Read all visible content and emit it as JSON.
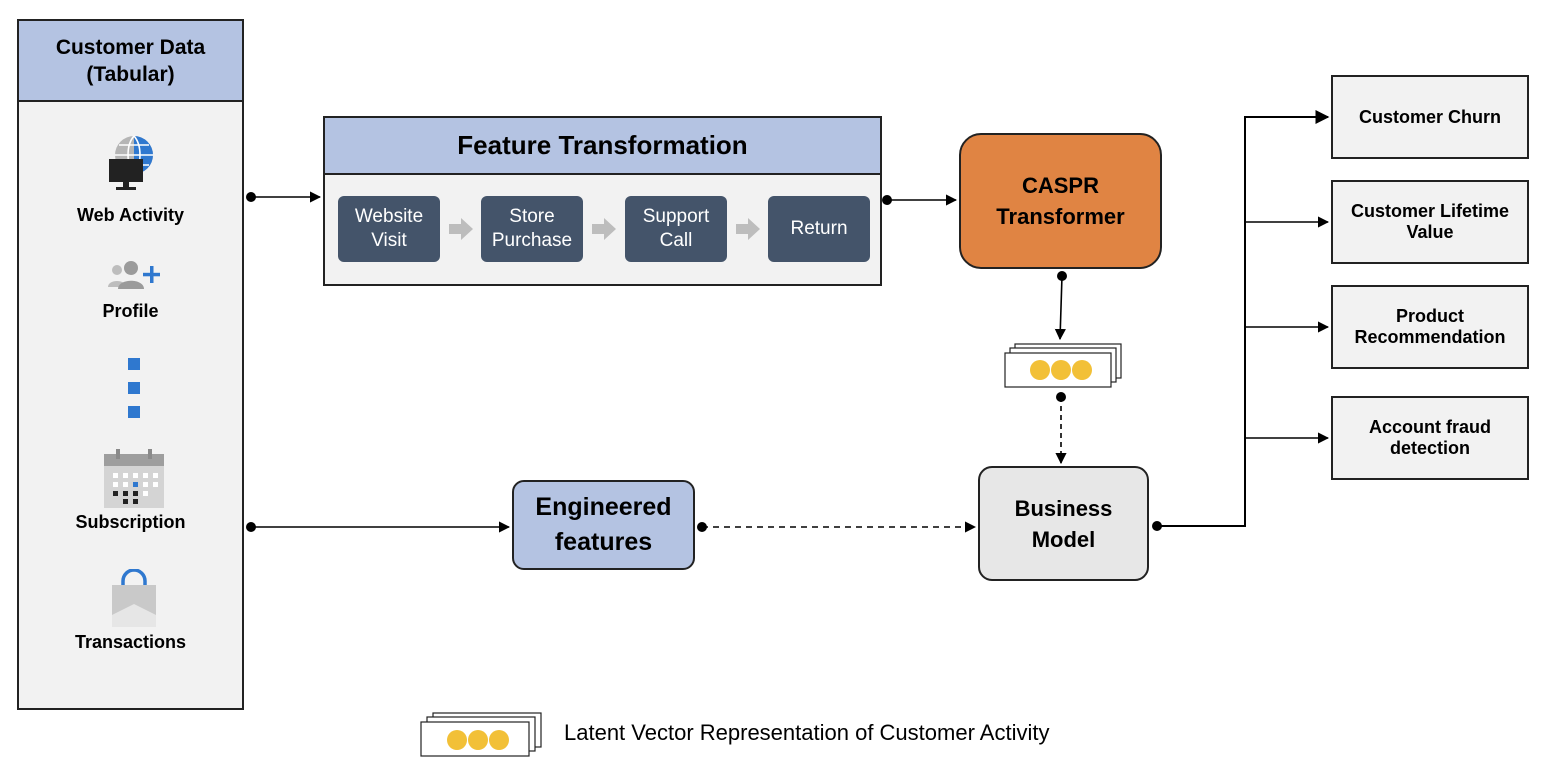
{
  "customer_data": {
    "title": "Customer Data\n(Tabular)",
    "sources": [
      {
        "label": "Web Activity",
        "icon": "globe-monitor-icon"
      },
      {
        "label": "Profile",
        "icon": "add-user-icon"
      },
      {
        "label": "Subscription",
        "icon": "calendar-icon"
      },
      {
        "label": "Transactions",
        "icon": "shopping-bag-icon"
      }
    ],
    "ellipsis_icon": "vertical-dots-icon"
  },
  "feature_transformation": {
    "title": "Feature Transformation",
    "steps": [
      "Website\nVisit",
      "Store\nPurchase",
      "Support\nCall",
      "Return"
    ]
  },
  "caspr": {
    "label": "CASPR\nTransformer"
  },
  "engineered": {
    "label": "Engineered\nfeatures"
  },
  "business_model": {
    "label": "Business\nModel"
  },
  "outputs": [
    "Customer Churn",
    "Customer Lifetime\nValue",
    "Product\nRecommendation",
    "Account fraud\ndetection"
  ],
  "legend": {
    "label": "Latent Vector Representation of Customer Activity",
    "icon": "latent-vector-icon"
  },
  "colors": {
    "header_blue": "#b4c3e2",
    "step_slate": "#44546a",
    "caspr_orange": "#e08443",
    "latent_dot": "#f2c037",
    "icon_blue": "#2f78cf"
  }
}
